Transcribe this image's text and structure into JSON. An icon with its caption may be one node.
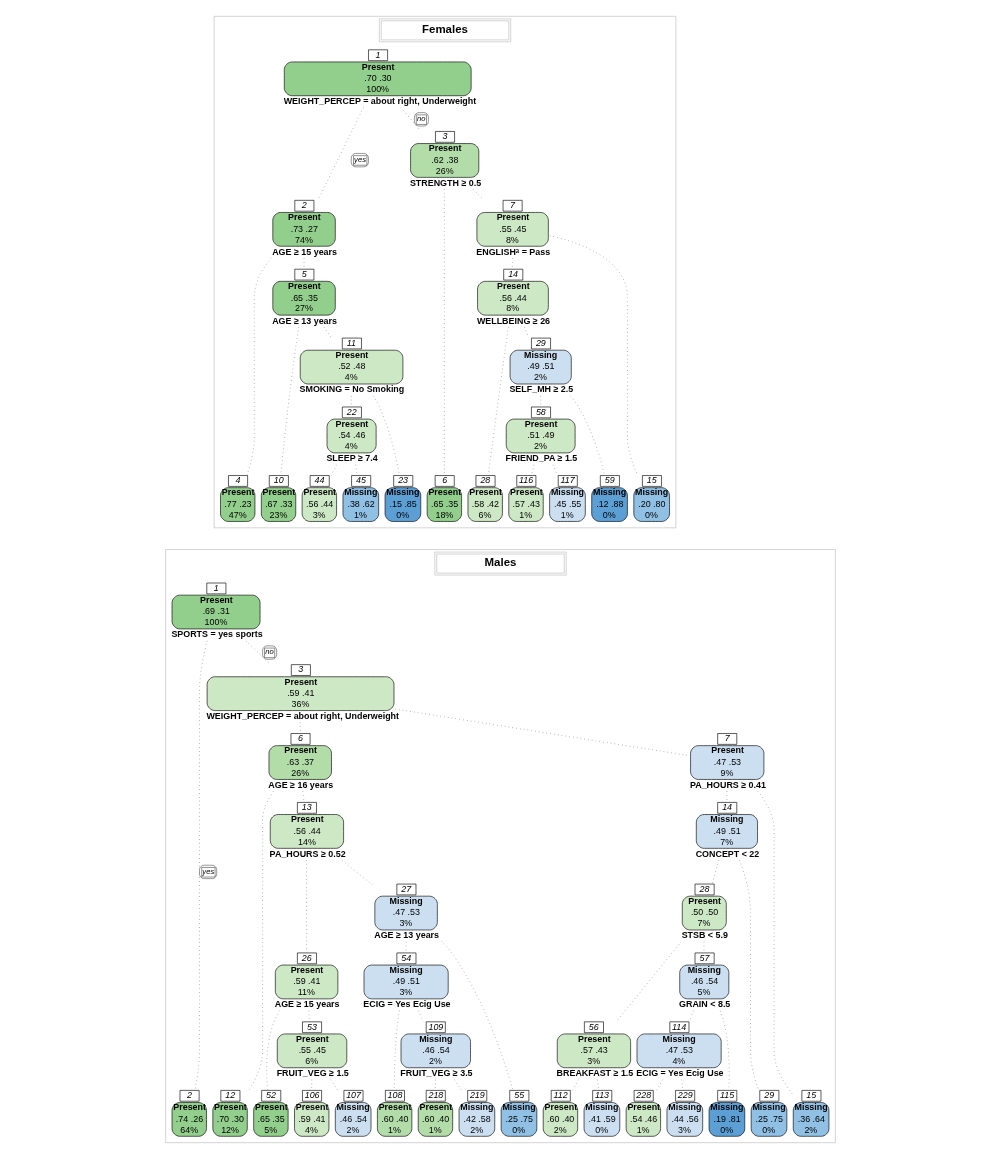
{
  "diagram": {
    "nodes": [
      {
        "text": [
          "Females"
        ]
      },
      {
        "text": [
          "Males"
        ]
      },
      {
        "text": [
          "1",
          "Present",
          ".70 .30",
          "100%"
        ],
        "in": 0,
        "beside": [
          "WEIGHT_PERCEP = about right, Underweight"
        ]
      },
      {
        "text": [
          "2",
          "Present",
          ".73 .27",
          "74%"
        ],
        "in": 0,
        "beside": [
          "AGE ≥ 15 years"
        ]
      },
      {
        "text": [
          "3",
          "Present",
          ".62 .38",
          "26%"
        ],
        "in": 0,
        "beside": [
          "STRENGTH ≥ 0.5"
        ]
      },
      {
        "text": [
          "4",
          "Present",
          ".77 .23",
          "47%"
        ],
        "in": 0
      },
      {
        "text": [
          "5",
          "Present",
          ".65 .35",
          "27%"
        ],
        "in": 0,
        "beside": [
          "AGE ≥ 13 years"
        ]
      },
      {
        "text": [
          "6",
          "Present",
          ".65 .35",
          "18%"
        ],
        "in": 0
      },
      {
        "text": [
          "7",
          "Present",
          ".55 .45",
          "8%"
        ],
        "in": 0,
        "beside": [
          "ENGLISHᵃ = Pass"
        ]
      },
      {
        "text": [
          "10",
          "Present",
          ".67 .33",
          "23%"
        ],
        "in": 0
      },
      {
        "text": [
          "11",
          "Present",
          ".52 .48",
          "4%"
        ],
        "in": 0,
        "beside": [
          "SMOKING = No Smoking"
        ]
      },
      {
        "text": [
          "14",
          "Present",
          ".56 .44",
          "8%"
        ],
        "in": 0,
        "beside": [
          "WELLBEING ≥ 26"
        ]
      },
      {
        "text": [
          "15",
          "Missing",
          ".20 .80",
          "0%"
        ],
        "in": 0
      },
      {
        "text": [
          "22",
          "Present",
          ".54 .46",
          "4%"
        ],
        "in": 0,
        "beside": [
          "SLEEP ≥ 7.4"
        ]
      },
      {
        "text": [
          "23",
          "Missing",
          ".15 .85",
          "0%"
        ],
        "in": 0
      },
      {
        "text": [
          "28",
          "Present",
          ".58 .42",
          "6%"
        ],
        "in": 0
      },
      {
        "text": [
          "29",
          "Missing",
          ".49 .51",
          "2%"
        ],
        "in": 0,
        "beside": [
          "SELF_MH ≥ 2.5"
        ]
      },
      {
        "text": [
          "44",
          "Present",
          ".56 .44",
          "3%"
        ],
        "in": 0
      },
      {
        "text": [
          "45",
          "Missing",
          ".38 .62",
          "1%"
        ],
        "in": 0
      },
      {
        "text": [
          "58",
          "Present",
          ".51 .49",
          "2%"
        ],
        "in": 0,
        "beside": [
          "FRIEND_PA ≥ 1.5"
        ]
      },
      {
        "text": [
          "59",
          "Missing",
          ".12 .88",
          "0%"
        ],
        "in": 0
      },
      {
        "text": [
          "116",
          "Present",
          ".57 .43",
          "1%"
        ],
        "in": 0
      },
      {
        "text": [
          "117",
          "Missing",
          ".45 .55",
          "1%"
        ],
        "in": 0
      },
      {
        "text": [
          "1",
          "Present",
          ".69 .31",
          "100%"
        ],
        "in": 1,
        "beside": [
          "SPORTS = yes sports"
        ]
      },
      {
        "text": [
          "2",
          "Present",
          ".74 .26",
          "64%"
        ],
        "in": 1
      },
      {
        "text": [
          "3",
          "Present",
          ".59 .41",
          "36%"
        ],
        "in": 1,
        "beside": [
          "WEIGHT_PERCEP = about right, Underweight"
        ]
      },
      {
        "text": [
          "6",
          "Present",
          ".63 .37",
          "26%"
        ],
        "in": 1,
        "beside": [
          "AGE ≥ 16 years"
        ]
      },
      {
        "text": [
          "7",
          "Present",
          ".47 .53",
          "9%"
        ],
        "in": 1,
        "beside": [
          "PA_HOURS ≥ 0.41"
        ]
      },
      {
        "text": [
          "12",
          "Present",
          ".70 .30",
          "12%"
        ],
        "in": 1
      },
      {
        "text": [
          "13",
          "Present",
          ".56 .44",
          "14%"
        ],
        "in": 1,
        "beside": [
          "PA_HOURS ≥ 0.52"
        ]
      },
      {
        "text": [
          "14",
          "Missing",
          ".49 .51",
          "7%"
        ],
        "in": 1,
        "beside": [
          "CONCEPT < 22"
        ]
      },
      {
        "text": [
          "15",
          "Missing",
          ".36 .64",
          "2%"
        ],
        "in": 1
      },
      {
        "text": [
          "26",
          "Present",
          ".59 .41",
          "11%"
        ],
        "in": 1,
        "beside": [
          "AGE ≥ 15 years"
        ]
      },
      {
        "text": [
          "27",
          "Missing",
          ".47 .53",
          "3%"
        ],
        "in": 1,
        "beside": [
          "AGE ≥ 13 years"
        ]
      },
      {
        "text": [
          "28",
          "Present",
          ".50 .50",
          "7%"
        ],
        "in": 1,
        "beside": [
          "STSB < 5.9"
        ]
      },
      {
        "text": [
          "29",
          "Missing",
          ".25 .75",
          "0%"
        ],
        "in": 1
      },
      {
        "text": [
          "52",
          "Present",
          ".65 .35",
          "5%"
        ],
        "in": 1
      },
      {
        "text": [
          "53",
          "Present",
          ".55 .45",
          "6%"
        ],
        "in": 1,
        "beside": [
          "FRUIT_VEG ≥ 1.5"
        ]
      },
      {
        "text": [
          "54",
          "Missing",
          ".49 .51",
          "3%"
        ],
        "in": 1,
        "beside": [
          "ECIG = Yes Ecig Use"
        ]
      },
      {
        "text": [
          "55",
          "Missing",
          ".25 .75",
          "0%"
        ],
        "in": 1
      },
      {
        "text": [
          "56",
          "Present",
          ".57 .43",
          "3%"
        ],
        "in": 1,
        "beside": [
          "BREAKFAST ≥ 1.5"
        ]
      },
      {
        "text": [
          "57",
          "Missing",
          ".46 .54",
          "5%"
        ],
        "in": 1,
        "beside": [
          "GRAIN < 8.5"
        ]
      },
      {
        "text": [
          "106",
          "Present",
          ".59 .41",
          "4%"
        ],
        "in": 1
      },
      {
        "text": [
          "107",
          "Missing",
          ".46 .54",
          "2%"
        ],
        "in": 1
      },
      {
        "text": [
          "108",
          "Present",
          ".60 .40",
          "1%"
        ],
        "in": 1
      },
      {
        "text": [
          "109",
          "Missing",
          ".46 .54",
          "2%"
        ],
        "in": 1,
        "beside": [
          "FRUIT_VEG ≥ 3.5"
        ]
      },
      {
        "text": [
          "112",
          "Present",
          ".60 .40",
          "2%"
        ],
        "in": 1
      },
      {
        "text": [
          "113",
          "Missing",
          ".41 .59",
          "0%"
        ],
        "in": 1
      },
      {
        "text": [
          "114",
          "Missing",
          ".47 .53",
          "4%"
        ],
        "in": 1,
        "beside": [
          "ECIG = Yes Ecig Use"
        ]
      },
      {
        "text": [
          "115",
          "Missing",
          ".19 .81",
          "0%"
        ],
        "in": 1
      },
      {
        "text": [
          "218",
          "Present",
          ".60 .40",
          "1%"
        ],
        "in": 1
      },
      {
        "text": [
          "219",
          "Missing",
          ".42 .58",
          "2%"
        ],
        "in": 1
      },
      {
        "text": [
          "228",
          "Present",
          ".54 .46",
          "1%"
        ],
        "in": 1
      },
      {
        "text": [
          "229",
          "Missing",
          ".44 .56",
          "3%"
        ],
        "in": 1
      }
    ],
    "edges": [
      {
        "from": 2,
        "to": 3,
        "arrow": "none",
        "label": "yes"
      },
      {
        "from": 2,
        "to": 4,
        "arrow": "none",
        "label": "no"
      },
      {
        "from": 3,
        "to": 5,
        "arrow": "none"
      },
      {
        "from": 3,
        "to": 6,
        "arrow": "none"
      },
      {
        "from": 6,
        "to": 9,
        "arrow": "none"
      },
      {
        "from": 6,
        "to": 10,
        "arrow": "none"
      },
      {
        "from": 10,
        "to": 13,
        "arrow": "none"
      },
      {
        "from": 10,
        "to": 14,
        "arrow": "none"
      },
      {
        "from": 13,
        "to": 17,
        "arrow": "none"
      },
      {
        "from": 13,
        "to": 18,
        "arrow": "none"
      },
      {
        "from": 4,
        "to": 7,
        "arrow": "none"
      },
      {
        "from": 4,
        "to": 8,
        "arrow": "none"
      },
      {
        "from": 8,
        "to": 11,
        "arrow": "none"
      },
      {
        "from": 8,
        "to": 12,
        "arrow": "none"
      },
      {
        "from": 11,
        "to": 15,
        "arrow": "none"
      },
      {
        "from": 11,
        "to": 16,
        "arrow": "none"
      },
      {
        "from": 16,
        "to": 19,
        "arrow": "none"
      },
      {
        "from": 16,
        "to": 20,
        "arrow": "none"
      },
      {
        "from": 19,
        "to": 21,
        "arrow": "none"
      },
      {
        "from": 19,
        "to": 22,
        "arrow": "none"
      },
      {
        "from": 23,
        "to": 24,
        "arrow": "none",
        "label": "yes"
      },
      {
        "from": 23,
        "to": 25,
        "arrow": "none",
        "label": "no"
      },
      {
        "from": 25,
        "to": 26,
        "arrow": "none"
      },
      {
        "from": 25,
        "to": 27,
        "arrow": "none"
      },
      {
        "from": 26,
        "to": 28,
        "arrow": "none"
      },
      {
        "from": 26,
        "to": 29,
        "arrow": "none"
      },
      {
        "from": 29,
        "to": 32,
        "arrow": "none"
      },
      {
        "from": 29,
        "to": 33,
        "arrow": "none"
      },
      {
        "from": 32,
        "to": 36,
        "arrow": "none"
      },
      {
        "from": 32,
        "to": 37,
        "arrow": "none"
      },
      {
        "from": 37,
        "to": 42,
        "arrow": "none"
      },
      {
        "from": 37,
        "to": 43,
        "arrow": "none"
      },
      {
        "from": 33,
        "to": 38,
        "arrow": "none"
      },
      {
        "from": 33,
        "to": 39,
        "arrow": "none"
      },
      {
        "from": 38,
        "to": 44,
        "arrow": "none"
      },
      {
        "from": 38,
        "to": 45,
        "arrow": "none"
      },
      {
        "from": 45,
        "to": 50,
        "arrow": "none"
      },
      {
        "from": 45,
        "to": 51,
        "arrow": "none"
      },
      {
        "from": 27,
        "to": 30,
        "arrow": "none"
      },
      {
        "from": 27,
        "to": 31,
        "arrow": "none"
      },
      {
        "from": 30,
        "to": 34,
        "arrow": "none"
      },
      {
        "from": 30,
        "to": 35,
        "arrow": "none"
      },
      {
        "from": 34,
        "to": 40,
        "arrow": "none"
      },
      {
        "from": 34,
        "to": 41,
        "arrow": "none"
      },
      {
        "from": 40,
        "to": 46,
        "arrow": "none"
      },
      {
        "from": 40,
        "to": 47,
        "arrow": "none"
      },
      {
        "from": 41,
        "to": 48,
        "arrow": "none"
      },
      {
        "from": 41,
        "to": 49,
        "arrow": "none"
      },
      {
        "from": 48,
        "to": 52,
        "arrow": "none"
      },
      {
        "from": 48,
        "to": 53,
        "arrow": "none"
      }
    ]
  }
}
